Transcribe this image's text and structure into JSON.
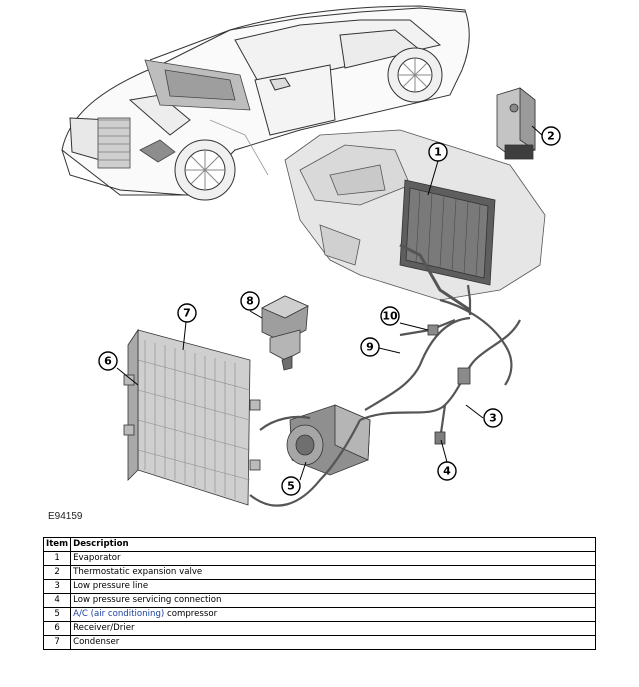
{
  "figure_ref": "E94159",
  "callouts": [
    "1",
    "2",
    "3",
    "4",
    "5",
    "6",
    "7",
    "8",
    "9",
    "10"
  ],
  "table": {
    "headers": {
      "item": "Item",
      "description": "Description"
    },
    "rows": [
      {
        "item": "1",
        "description": "Evaporator"
      },
      {
        "item": "2",
        "description": "Thermostatic expansion valve"
      },
      {
        "item": "3",
        "description": "Low pressure line"
      },
      {
        "item": "4",
        "description": "Low pressure servicing connection"
      },
      {
        "item": "5",
        "description_link": "A/C (air conditioning)",
        "description_rest": " compressor"
      },
      {
        "item": "6",
        "description": "Receiver/Drier"
      },
      {
        "item": "7",
        "description": "Condenser"
      }
    ]
  },
  "colors": {
    "link": "#1a3f9e",
    "line": "#000000",
    "shade": "#8a8a8a"
  }
}
